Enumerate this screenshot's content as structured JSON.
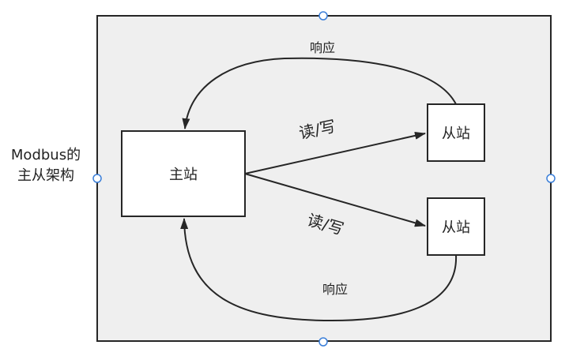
{
  "diagram": {
    "caption_line1": "Modbus的",
    "caption_line2": "主从架构",
    "master_label": "主站",
    "slave_top_label": "从站",
    "slave_bottom_label": "从站",
    "rw_top_label": "读/写",
    "rw_bottom_label": "读/写",
    "response_top_label": "响应",
    "response_bottom_label": "响应"
  },
  "colors": {
    "container_fill": "#efefef",
    "stroke": "#262626",
    "handle_stroke": "#3b7fd9",
    "box_fill": "#ffffff"
  }
}
